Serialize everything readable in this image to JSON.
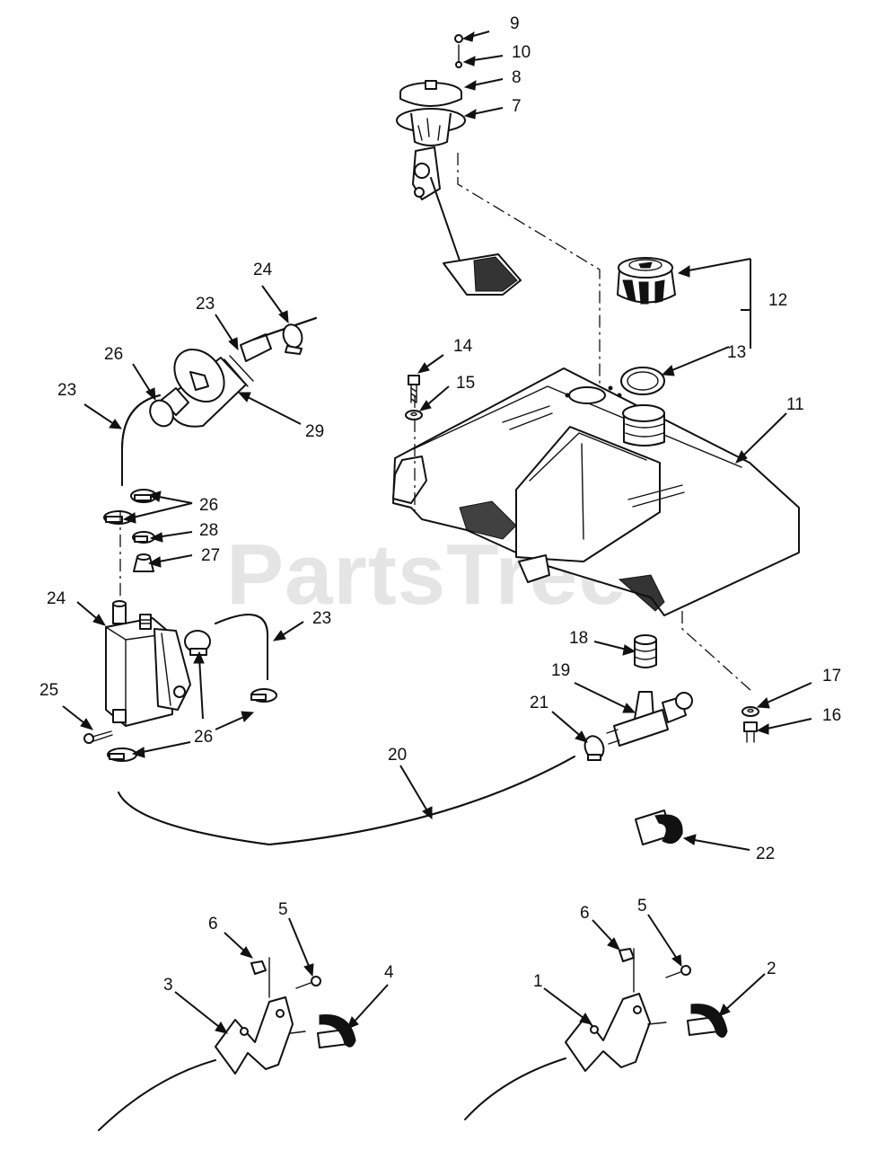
{
  "watermark": "PartsTree",
  "callouts": {
    "c1": "1",
    "c2": "2",
    "c3": "3",
    "c4": "4",
    "c5a": "5",
    "c5b": "5",
    "c6a": "6",
    "c6b": "6",
    "c7": "7",
    "c8": "8",
    "c9": "9",
    "c10": "10",
    "c11": "11",
    "c12": "12",
    "c13": "13",
    "c14": "14",
    "c15": "15",
    "c16": "16",
    "c17": "17",
    "c18": "18",
    "c19": "19",
    "c20": "20",
    "c21": "21",
    "c22": "22",
    "c23a": "23",
    "c23b": "23",
    "c23c": "23",
    "c24a": "24",
    "c24b": "24",
    "c25": "25",
    "c26a": "26",
    "c26b": "26",
    "c26c": "26",
    "c27": "27",
    "c28": "28",
    "c29": "29"
  },
  "part_icons": [
    "fuel-gauge-sender-icon",
    "fuel-cap-icon",
    "gasket-icon",
    "fuel-tank-icon",
    "fuel-filter-icon",
    "fuel-pump-icon",
    "hose-clamp-icon",
    "shutoff-valve-icon",
    "fuel-line-icon",
    "throttle-bracket-icon",
    "knob-icon",
    "screw-icon",
    "nut-icon"
  ]
}
